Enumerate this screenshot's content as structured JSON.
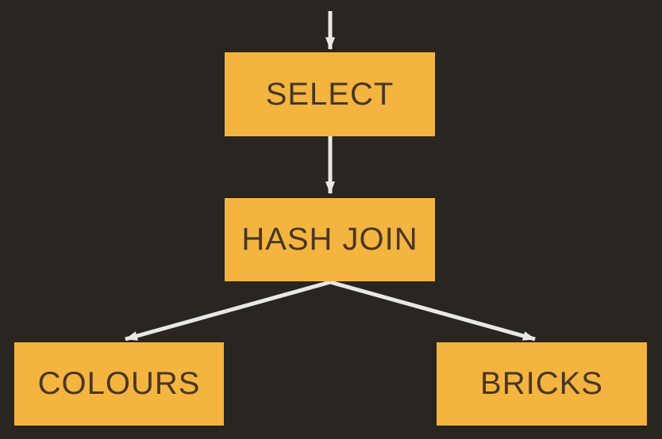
{
  "diagram": {
    "type": "flowchart",
    "description": "Query execution plan tree",
    "nodes": [
      {
        "id": "select",
        "label": "SELECT"
      },
      {
        "id": "hash-join",
        "label": "HASH JOIN"
      },
      {
        "id": "colours",
        "label": "COLOURS"
      },
      {
        "id": "bricks",
        "label": "BRICKS"
      }
    ],
    "edges": [
      {
        "from": "start",
        "to": "select"
      },
      {
        "from": "select",
        "to": "hash-join"
      },
      {
        "from": "hash-join",
        "to": "colours"
      },
      {
        "from": "hash-join",
        "to": "bricks"
      }
    ],
    "colors": {
      "background": "#292521",
      "node-fill": "#f3b540",
      "node-text": "#4a3624",
      "arrow": "#e8e8e6"
    }
  }
}
